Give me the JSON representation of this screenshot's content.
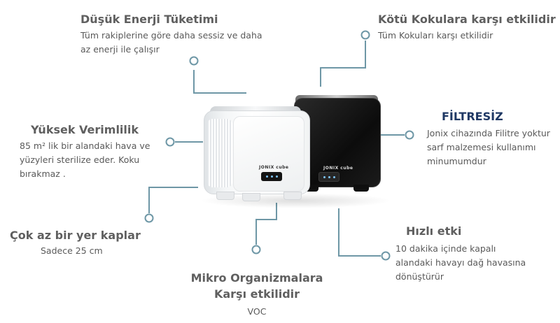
{
  "features": {
    "energy": {
      "title": "Düşük Enerji Tüketimi",
      "desc_line1": "Tüm rakiplerine göre daha sessiz ve daha",
      "desc_line2": "az enerji ile çalışır"
    },
    "odors": {
      "title": "Kötü Kokulara karşı etkilidir",
      "desc": "Tüm Kokuları karşı etkilidir"
    },
    "efficiency": {
      "title": "Yüksek Verimlilik",
      "desc_line1": "85 m² lik bir alandaki hava ve",
      "desc_line2": "yüzyleri  sterilize eder. Koku",
      "desc_line3": "bırakmaz ."
    },
    "filterless": {
      "title": "FİLTRESİZ",
      "desc_line1": "Jonix cihazında Filitre yoktur",
      "desc_line2": "sarf malzemesi kullanımı",
      "desc_line3": "minumumdur"
    },
    "space": {
      "title": "Çok az bir yer kaplar",
      "desc": "Sadece 25 cm"
    },
    "fast": {
      "title": "Hızlı etki",
      "desc_line1": "10 dakika içinde kapalı",
      "desc_line2": "alandaki havayı dağ havasına",
      "desc_line3": "dönüştürür"
    },
    "micro": {
      "title_line1": "Mikro Organizmalara",
      "title_line2": "Karşı etkilidir",
      "desc": "VOC"
    }
  },
  "product": {
    "logo_white": "JONIX cube",
    "logo_black": "JONIX cube"
  },
  "colors": {
    "connector": "#6e97a6",
    "title": "#5f5f5f",
    "filterless_title": "#1f3864"
  },
  "icons": {
    "connector_marker": "circle-marker-icon"
  }
}
